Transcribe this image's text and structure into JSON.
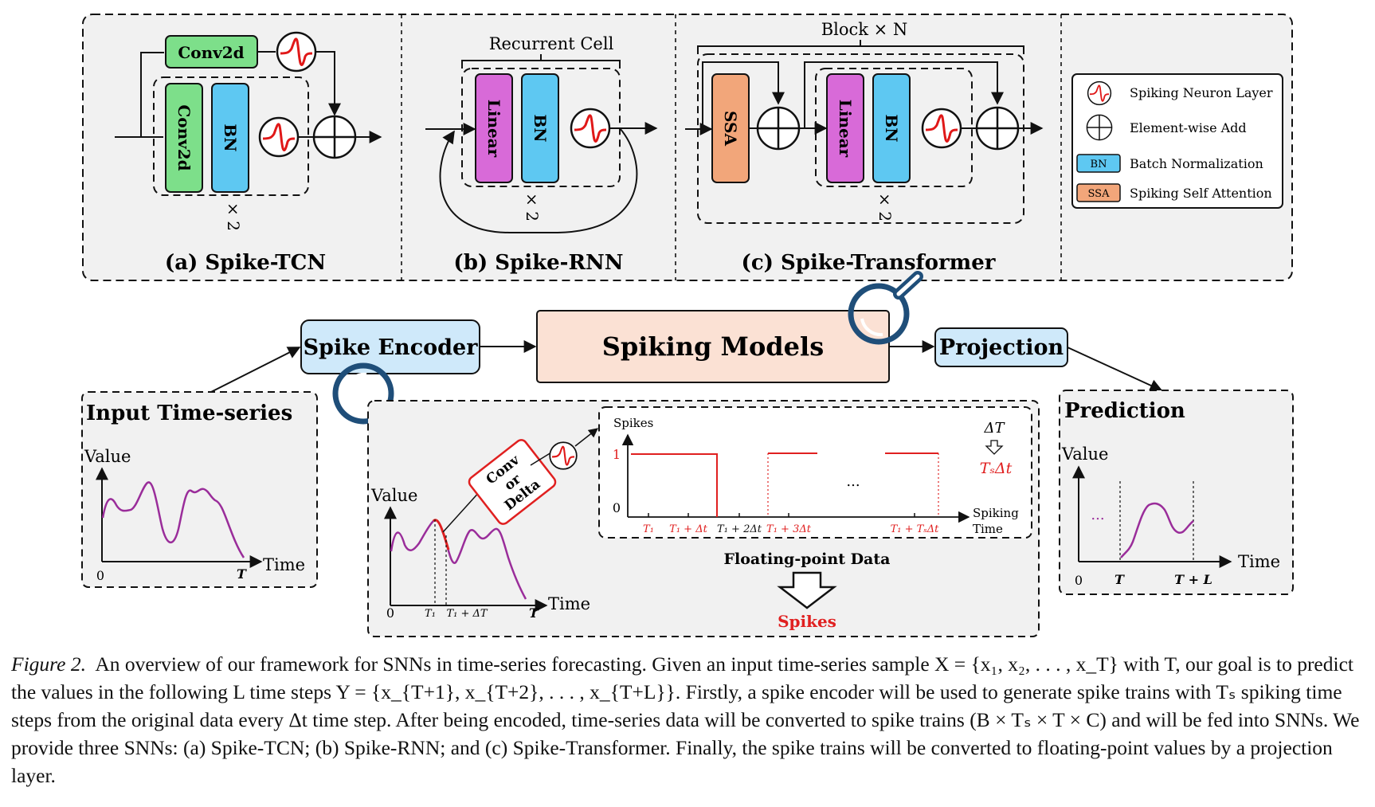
{
  "panels": {
    "tcn": {
      "title": "(a) Spike-TCN",
      "conv_top": "Conv2d",
      "conv_inner": "Conv2d",
      "bn": "BN",
      "repeat": "× 2"
    },
    "rnn": {
      "title": "(b) Spike-RNN",
      "cell": "Recurrent Cell",
      "linear": "Linear",
      "bn": "BN",
      "repeat": "× 2"
    },
    "transformer": {
      "title": "(c) Spike-Transformer",
      "block": "Block × N",
      "ssa": "SSA",
      "linear": "Linear",
      "bn": "BN",
      "repeat": "× 2"
    }
  },
  "legend": {
    "neuron": "Spiking Neuron Layer",
    "add": "Element-wise Add",
    "bn_tag": "BN",
    "bn": "Batch Normalization",
    "ssa_tag": "SSA",
    "ssa": "Spiking Self Attention"
  },
  "pipeline": {
    "encoder": "Spike Encoder",
    "models": "Spiking Models",
    "projection": "Projection"
  },
  "input_panel": {
    "title": "Input Time-series",
    "ylabel": "Value",
    "xlabel": "Time",
    "origin": "0",
    "t_end": "T"
  },
  "encoder_panel": {
    "ylabel": "Value",
    "xlabel": "Time",
    "origin": "0",
    "t_end": "T",
    "t1": "T₁",
    "t1_dt": "T₁ + ΔT",
    "conv_line1": "Conv",
    "conv_line2": "or",
    "conv_line3": "Delta",
    "spikes_ylabel": "Spikes",
    "spikes_xlabel_1": "Spiking",
    "spikes_xlabel_2": "Time",
    "one": "1",
    "zero": "0",
    "ellipsis": "...",
    "dT": "ΔT",
    "ts_dt": "TₛΔt",
    "ticks": [
      "T₁",
      "T₁ + Δt",
      "T₁ + 2Δt",
      "T₁ + 3Δt",
      "T₁ + TₛΔt"
    ],
    "float_label": "Floating-point Data",
    "spikes_label": "Spikes"
  },
  "prediction_panel": {
    "title": "Prediction",
    "ylabel": "Value",
    "xlabel": "Time",
    "origin": "0",
    "t": "T",
    "tl": "T + L",
    "ellipsis": "..."
  },
  "caption": {
    "label": "Figure 2.",
    "text": "An overview of our framework for SNNs in time-series forecasting. Given an input time-series sample X = {x₁, x₂, . . . , x_T} with T, our goal is to predict the values in the following L time steps Y = {x_{T+1}, x_{T+2}, . . . , x_{T+L}}. Firstly, a spike encoder will be used to generate spike trains with Tₛ spiking time steps from the original data every Δt time step. After being encoded, time-series data will be converted to spike trains (B × Tₛ × T × C) and will be fed into SNNs. We provide three SNNs: (a) Spike-TCN; (b) Spike-RNN; and (c) Spike-Transformer. Finally, the spike trains will be converted to floating-point values by a projection layer."
  },
  "colors": {
    "green": "#7ddf8a",
    "blue": "#5ec8f2",
    "magenta": "#d86ad8",
    "orange": "#f2a67a",
    "pipeline_box": "#cfe9fa",
    "models_box": "#fbe1d4",
    "curve": "#9a2d9a",
    "spike_red": "#e02020"
  }
}
